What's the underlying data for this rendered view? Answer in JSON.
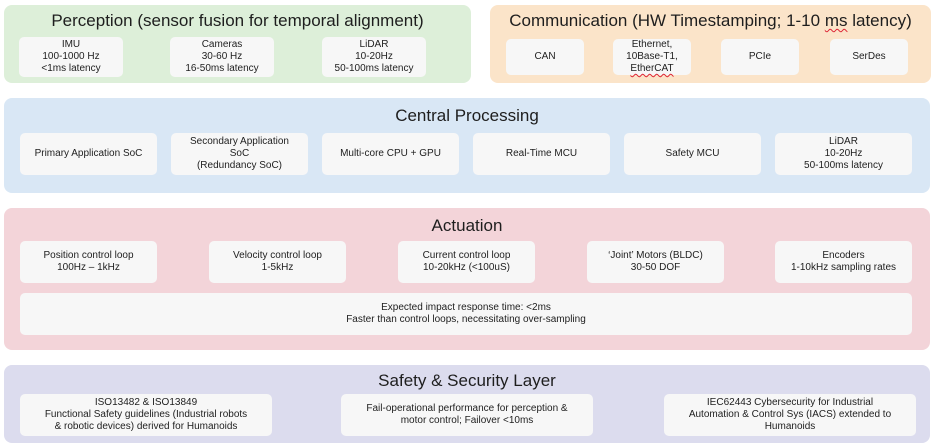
{
  "perception": {
    "title": "Perception (sensor fusion for temporal alignment)",
    "boxes": [
      [
        "IMU",
        "100-1000 Hz",
        "<1ms latency"
      ],
      [
        "Cameras",
        "30-60 Hz",
        "16-50ms latency"
      ],
      [
        "LiDAR",
        "10-20Hz",
        "50-100ms latency"
      ]
    ]
  },
  "communication": {
    "title_pre": "Communication (HW Timestamping; 1-10 ",
    "title_mark": "ms",
    "title_post": " latency)",
    "boxes": [
      [
        "CAN"
      ],
      [
        "Ethernet,",
        "10Base-T1,",
        "EtherCAT"
      ],
      [
        "PCIe"
      ],
      [
        "SerDes"
      ]
    ]
  },
  "central": {
    "title": "Central Processing",
    "boxes": [
      [
        "Primary Application SoC"
      ],
      [
        "Secondary Application",
        "SoC",
        "(Redundancy SoC)"
      ],
      [
        "Multi-core CPU + GPU"
      ],
      [
        "Real-Time MCU"
      ],
      [
        "Safety MCU"
      ],
      [
        "LiDAR",
        "10-20Hz",
        "50-100ms latency"
      ]
    ]
  },
  "actuation": {
    "title": "Actuation",
    "boxes": [
      [
        "Position control loop",
        "100Hz – 1kHz"
      ],
      [
        "Velocity control loop",
        "1-5kHz"
      ],
      [
        "Current control loop",
        "10-20kHz (<100uS)"
      ],
      [
        "‘Joint’ Motors (BLDC)",
        "30-50 DOF"
      ],
      [
        "Encoders",
        "1-10kHz sampling rates"
      ]
    ],
    "wide_box": [
      "Expected impact response time: <2ms",
      "Faster than control loops, necessitating over-sampling"
    ]
  },
  "safety": {
    "title": "Safety & Security Layer",
    "boxes": [
      [
        "ISO13482 & ISO13849",
        "Functional Safety guidelines (Industrial robots",
        "& robotic devices) derived for Humanoids"
      ],
      [
        "Fail-operational performance for perception &",
        "motor control; Failover <10ms"
      ],
      [
        "IEC62443 Cybersecurity for Industrial",
        "Automation & Control Sys (IACS) extended to",
        "Humanoids"
      ]
    ]
  }
}
